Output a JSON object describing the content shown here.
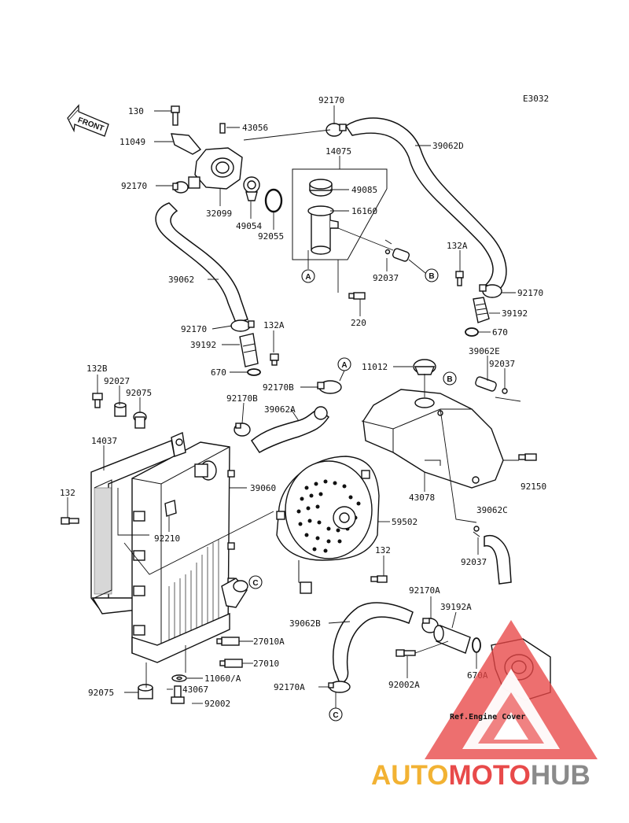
{
  "diagram_code": "E3032",
  "front_label": "FRONT",
  "labels": {
    "l130": "130",
    "l11049": "11049",
    "l43056": "43056",
    "l92170_top": "92170",
    "l14075": "14075",
    "l39062D": "39062D",
    "l92170_left": "92170",
    "l32099": "32099",
    "l49085": "49085",
    "l16160": "16160",
    "l49054": "49054",
    "l92055": "92055",
    "l132A_top": "132A",
    "l92037_top": "92037",
    "l39062": "39062",
    "l92170_right": "92170",
    "l39192_right": "39192",
    "l670_right": "670",
    "l220": "220",
    "l92170_mid": "92170",
    "l132A_mid": "132A",
    "l39192_mid": "39192",
    "l670_mid": "670",
    "l39062E": "39062E",
    "l92037_res": "92037",
    "l11012": "11012",
    "l92170B_1": "92170B",
    "l132B": "132B",
    "l92027": "92027",
    "l92075_top": "92075",
    "l92170B_2": "92170B",
    "l39062A": "39062A",
    "l14037": "14037",
    "l39060": "39060",
    "l92150": "92150",
    "l43078": "43078",
    "l132_left": "132",
    "l39062C": "39062C",
    "l59502": "59502",
    "l92210": "92210",
    "l92037_low": "92037",
    "l132_fan": "132",
    "l92170A_top": "92170A",
    "l39192A": "39192A",
    "l39062B": "39062B",
    "l27010A": "27010A",
    "l27010": "27010",
    "l670A": "670A",
    "l11060A": "11060/A",
    "l43067": "43067",
    "l92002A": "92002A",
    "l92075_bot": "92075",
    "l92170A_bot": "92170A",
    "l92002": "92002"
  },
  "callouts": {
    "A1": "A",
    "A2": "A",
    "B1": "B",
    "B2": "B",
    "C1": "C",
    "C2": "C"
  },
  "ref_note": "Ref.Engine Cover",
  "watermark": {
    "part1": "AUTO",
    "part2": "MOTO",
    "part3": "HUB",
    "color1": "#f2b233",
    "color2": "#e84a4a",
    "color3": "#8a8a8a"
  }
}
